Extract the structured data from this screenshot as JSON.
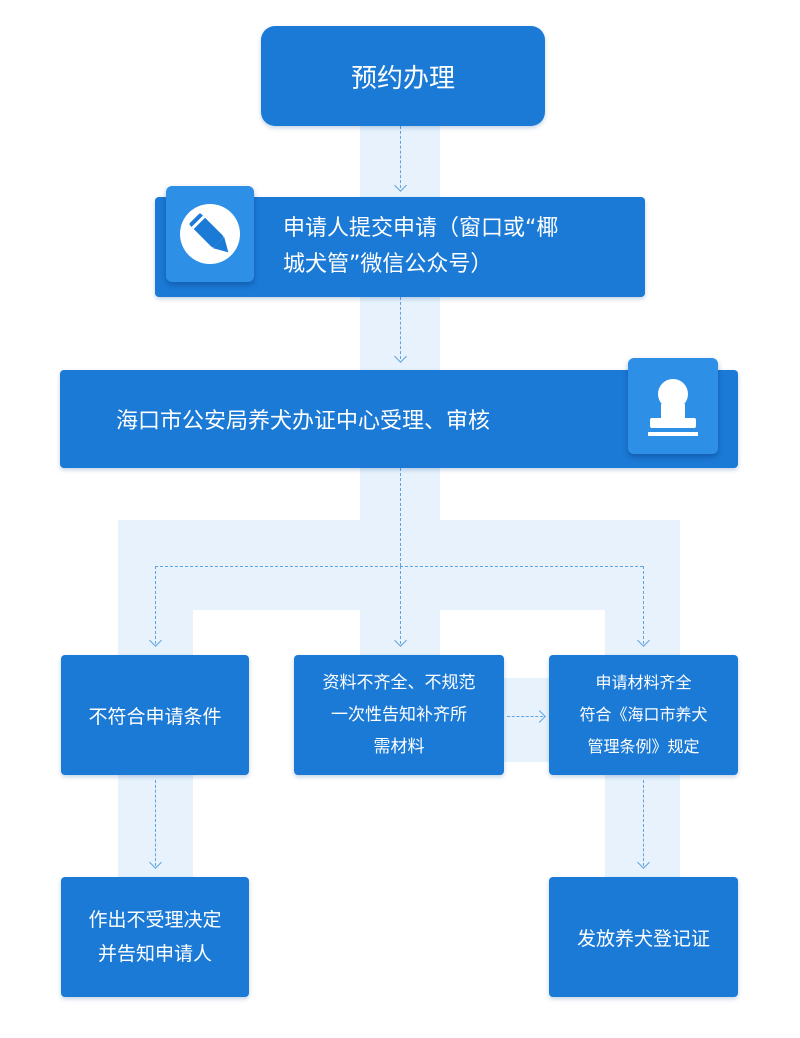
{
  "colors": {
    "node": "#1b7ad6",
    "band": "#e7f2fc",
    "connector": "#5fa3df",
    "text": "#ffffff"
  },
  "nodes": {
    "start": "预约办理",
    "submit_line1": "申请人提交申请（窗口或“椰",
    "submit_line2": "城犬管”微信公众号）",
    "review": "海口市公安局养犬办证中心受理、审核",
    "reject": "不符合申请条件",
    "incomplete_line1": "资料不齐全、不规范",
    "incomplete_line2": "一次性告知补齐所",
    "incomplete_line3": "需材料",
    "complete_line1": "申请材料齐全",
    "complete_line2": "符合《海口市养犬",
    "complete_line3": "管理条例》规定",
    "decision_line1": "作出不受理决定",
    "decision_line2": "并告知申请人",
    "issue": "发放养犬登记证"
  },
  "icons": {
    "submit": "pen-icon",
    "review": "seal-icon"
  }
}
